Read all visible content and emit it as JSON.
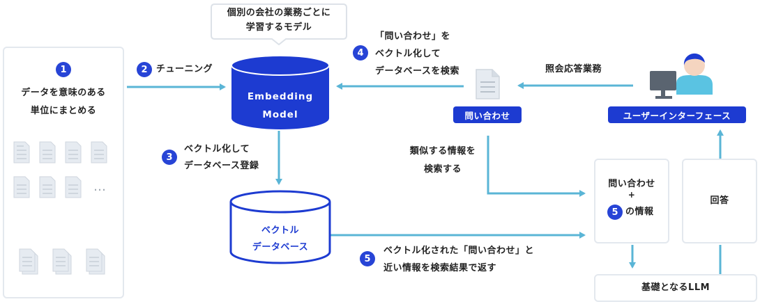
{
  "speech_bubble": {
    "line1": "個別の会社の業務ごとに",
    "line2": "学習するモデル"
  },
  "step1": {
    "badge": "1",
    "line1": "データを意味のある",
    "line2": "単位にまとめる",
    "ellipsis": "…"
  },
  "step2": {
    "badge": "2",
    "label": "チューニング"
  },
  "embedding_model": {
    "line1": "Embedding",
    "line2": "Model"
  },
  "step3": {
    "badge": "3",
    "line1": "ベクトル化して",
    "line2": "データベース登録"
  },
  "vector_db": {
    "line1": "ベクトル",
    "line2": "データベース"
  },
  "step4": {
    "badge": "4",
    "line1": "「問い合わせ」を",
    "line2": "ベクトル化して",
    "line3": "データベースを検索"
  },
  "inquiry_pill": "問い合わせ",
  "reference_label": "照会応答業務",
  "ui_pill": "ユーザーインターフェース",
  "similar_search": {
    "line1": "類似する情報を",
    "line2": "検索する"
  },
  "inquiry_info": {
    "line1": "問い合わせ",
    "plus": "+",
    "badge": "5",
    "suffix": "の情報"
  },
  "answer": "回答",
  "step5": {
    "badge": "5",
    "line1": "ベクトル化された「問い合わせ」と",
    "line2": "近い情報を検索結果で返す"
  },
  "base_llm": "基礎となるLLM",
  "colors": {
    "accent": "#1d3bd1",
    "arrow": "#5ab5d6",
    "border": "#e3e8ee"
  }
}
